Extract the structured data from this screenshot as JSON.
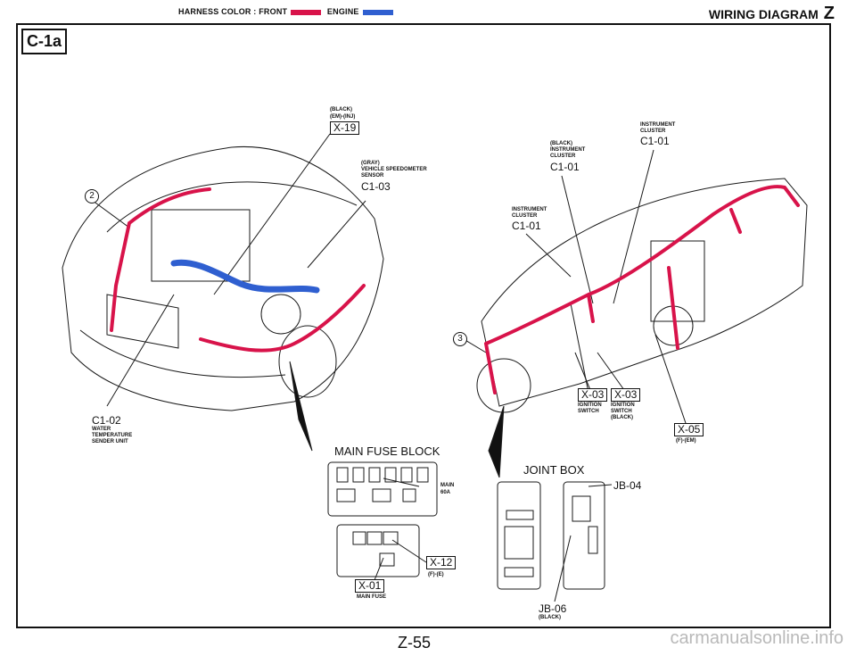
{
  "header": {
    "legend_label": "HARNESS COLOR :",
    "front_label": "FRONT",
    "engine_label": "ENGINE",
    "title": "WIRING DIAGRAM",
    "title_letter": "Z"
  },
  "colors": {
    "front": "#d8134a",
    "engine": "#2f5fd0",
    "line": "#1a1a1a"
  },
  "section_tag": "C-1a",
  "page_number": "Z-55",
  "watermark": "carmanualsonline.info",
  "engine_bay": {
    "callout_number": "2",
    "x19": {
      "note1": "(BLACK)",
      "note2": "(EM)-(INJ)",
      "code": "X-19"
    },
    "vss": {
      "note1": "(GRAY)",
      "note2": "VEHICLE SPEEDOMETER",
      "note3": "SENSOR",
      "code": "C1-03"
    },
    "wts": {
      "code": "C1-02",
      "note1": "WATER",
      "note2": "TEMPERATURE",
      "note3": "SENDER UNIT"
    }
  },
  "dashboard": {
    "callout_number": "3",
    "ic_top": {
      "note1": "INSTRUMENT",
      "note2": "CLUSTER",
      "code": "C1-01"
    },
    "ic_black": {
      "note1": "(BLACK)",
      "note2": "INSTRUMENT",
      "note3": "CLUSTER",
      "code": "C1-01"
    },
    "ic_mid": {
      "note1": "INSTRUMENT",
      "note2": "CLUSTER",
      "code": "C1-01"
    },
    "x03a": {
      "code": "X-03",
      "note1": "IGNITION",
      "note2": "SWITCH"
    },
    "x03b": {
      "code": "X-03",
      "note1": "IGNITION",
      "note2": "SWITCH",
      "note3": "(BLACK)"
    },
    "x05": {
      "code": "X-05",
      "note1": "(F)-(EM)"
    }
  },
  "main_fuse_block": {
    "title": "MAIN FUSE BLOCK",
    "main_label1": "MAIN",
    "main_label2": "60A",
    "x12": {
      "code": "X-12",
      "note1": "(F)-(E)"
    },
    "x01": {
      "code": "X-01",
      "note1": "MAIN FUSE"
    }
  },
  "joint_box": {
    "title": "JOINT BOX",
    "jb04": "JB-04",
    "jb06": "JB-06",
    "jb06_note": "(BLACK)"
  }
}
